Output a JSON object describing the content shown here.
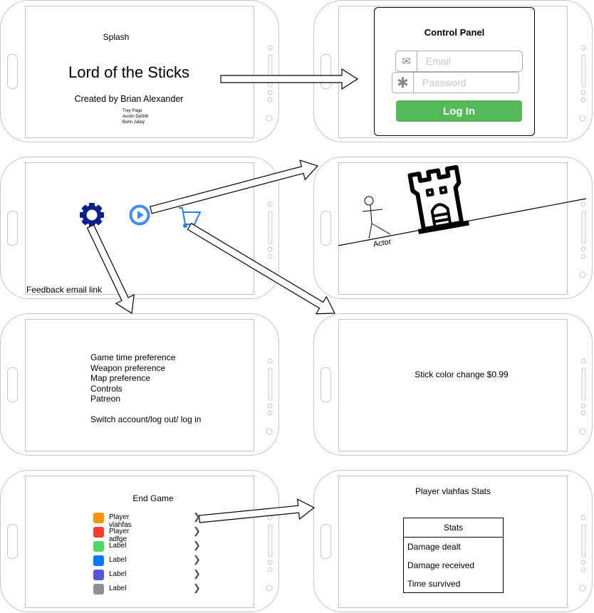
{
  "splash": {
    "label": "Splash",
    "title": "Lord of the Sticks",
    "created_by": "Created by Brian Alexander",
    "credits": [
      "Trey Page",
      "Austin DeWitt",
      "Bohn Jalley"
    ]
  },
  "control_panel": {
    "title": "Control Panel",
    "email_placeholder": "Email",
    "password_placeholder": "Password",
    "login_label": "Log In",
    "email_icon": "envelope-icon",
    "password_icon": "asterisk-icon",
    "login_color": "#56b957"
  },
  "menu": {
    "settings_icon": "gear-icon",
    "play_icon": "play-icon",
    "store_icon": "cart-icon",
    "feedback_link": "Feedback email link",
    "colors": {
      "gear": "#0a1f8f",
      "play": "#3f8ef0",
      "cart": "#1b84ed"
    }
  },
  "game": {
    "actor_label": "Actor",
    "castle_icon": "castle-icon"
  },
  "settings": {
    "items": [
      "Game time preference",
      "Weapon preference",
      "Map preference",
      "Controls",
      "Patreon"
    ],
    "account": "Switch account/log out/ log in"
  },
  "store": {
    "item": "Stick color change $0.99"
  },
  "end_game": {
    "title": "End Game",
    "items": [
      {
        "label": "Player  vlahfas",
        "color": "#ff9500"
      },
      {
        "label": "Player adfge",
        "color": "#ff3b30"
      },
      {
        "label": "Label",
        "color": "#4cd964"
      },
      {
        "label": "Label",
        "color": "#007aff"
      },
      {
        "label": "Label",
        "color": "#5856d6"
      },
      {
        "label": "Label",
        "color": "#8e8e93"
      }
    ]
  },
  "player_stats": {
    "title": "Player vlahfas Stats",
    "table_header": "Stats",
    "rows": [
      "Damage dealt",
      "Damage received",
      "Time survived"
    ]
  }
}
